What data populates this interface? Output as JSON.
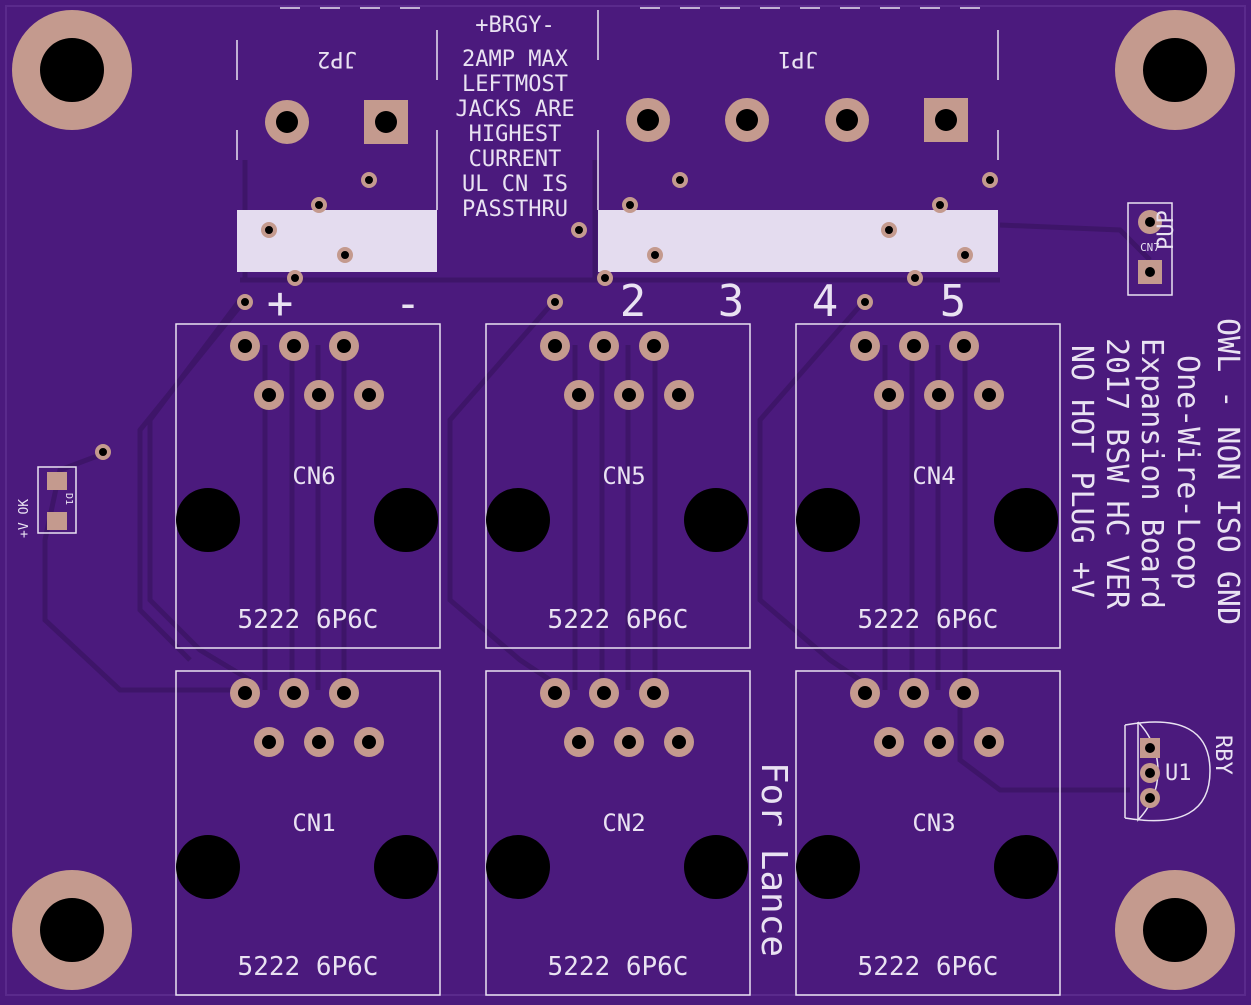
{
  "board": {
    "colors": {
      "board": "#4b1a7d",
      "trace": "#3e1569",
      "silk": "#e9e2f2",
      "pad": "#c49a8e",
      "hole": "#000000"
    }
  },
  "headers": {
    "jp2_label": "JP2",
    "jp1_label": "JP1",
    "notes": [
      "+BRGY-",
      "2AMP MAX",
      "LEFTMOST",
      "JACKS ARE",
      "HIGHEST",
      "CURRENT",
      "UL CN IS",
      "PASSTHRU"
    ],
    "pin_labels": [
      "+",
      "-",
      "2",
      "3",
      "4",
      "5"
    ]
  },
  "connectors": [
    {
      "ref": "CN6",
      "part": "5222 6P6C"
    },
    {
      "ref": "CN5",
      "part": "5222 6P6C"
    },
    {
      "ref": "CN4",
      "part": "5222 6P6C"
    },
    {
      "ref": "CN1",
      "part": "5222 6P6C"
    },
    {
      "ref": "CN2",
      "part": "5222 6P6C"
    },
    {
      "ref": "CN3",
      "part": "5222 6P6C"
    }
  ],
  "side_text": [
    "OWL - NON ISO GND",
    "One-Wire-Loop",
    "Expansion Board",
    "2017 BSW HC VER",
    "NO HOT PLUG +V"
  ],
  "pup": {
    "ref": "CN7",
    "label": "PUP"
  },
  "u1": {
    "ref": "U1",
    "pins": "RBY"
  },
  "led": {
    "ref": "D1",
    "label": "+V OK"
  },
  "dedication": "For Lance"
}
